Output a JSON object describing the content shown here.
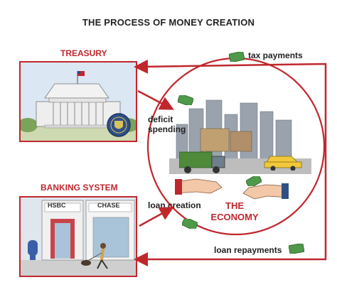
{
  "title": "THE PROCESS OF MONEY CREATION",
  "treasury_label": "TREASURY",
  "banking_label": "BANKING SYSTEM",
  "economy_label_line1": "THE",
  "economy_label_line2": "ECONOMY",
  "flows": {
    "tax_payments": "tax payments",
    "deficit_spending_line1": "deficit",
    "deficit_spending_line2": "spending",
    "loan_creation": "loan creation",
    "loan_repayments": "loan repayments"
  },
  "bank_signs": {
    "hsbc": "HSBC",
    "chase": "CHASE"
  },
  "colors": {
    "accent_red": "#c0272d",
    "money_green": "#4f9a4a"
  },
  "icons": [
    "capitol-building-icon",
    "treasury-seal-icon",
    "dollar-bill-icon",
    "city-icon",
    "truck-icon",
    "taxi-icon",
    "handshake-icon",
    "bank-storefront-icon",
    "mailbox-icon",
    "dog-walker-icon"
  ]
}
